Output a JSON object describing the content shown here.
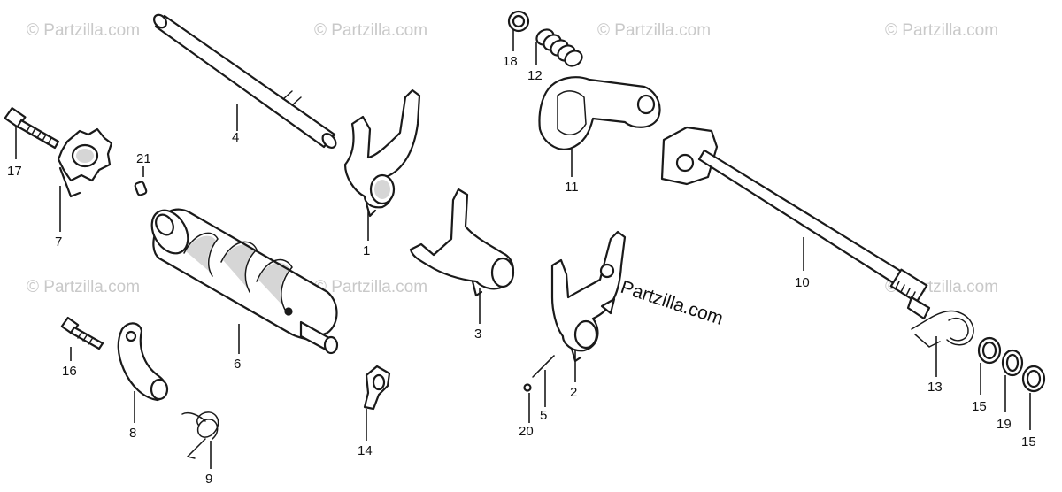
{
  "diagram": {
    "callouts": [
      "1",
      "2",
      "3",
      "4",
      "5",
      "6",
      "7",
      "8",
      "9",
      "10",
      "11",
      "12",
      "13",
      "14",
      "15",
      "16",
      "17",
      "18",
      "19",
      "20",
      "21"
    ],
    "callout_15_second": "15",
    "watermark": "© Partzilla.com",
    "brand_text": "Partzilla.com"
  }
}
